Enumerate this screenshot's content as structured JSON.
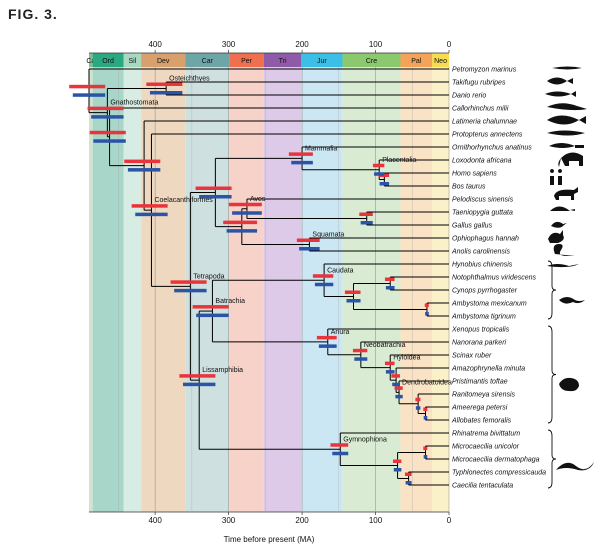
{
  "figure": {
    "label": "FIG. 3.",
    "xlabel": "Time before present (MA)"
  },
  "axis": {
    "ticks": [
      "400",
      "300",
      "200",
      "100",
      "0"
    ],
    "tick_values": [
      400,
      300,
      200,
      100,
      0
    ],
    "xmin": 490,
    "xmax": 0
  },
  "periods": [
    {
      "name": "Ca",
      "start": 490,
      "end": 485,
      "band": "#cfe3cf",
      "header": "#7fbf8f"
    },
    {
      "name": "Ord",
      "start": 485,
      "end": 443,
      "band": "#a8d6c8",
      "header": "#2aa882"
    },
    {
      "name": "Sil",
      "start": 443,
      "end": 419,
      "band": "#d7ece2",
      "header": "#a7d8c0"
    },
    {
      "name": "Dev",
      "start": 419,
      "end": 359,
      "band": "#eed8c0",
      "header": "#d8a06c"
    },
    {
      "name": "Car",
      "start": 359,
      "end": 299,
      "band": "#cfe0e0",
      "header": "#6ea6a8"
    },
    {
      "name": "Per",
      "start": 299,
      "end": 252,
      "band": "#f6d2c8",
      "header": "#ef6f4e"
    },
    {
      "name": "Tri",
      "start": 252,
      "end": 201,
      "band": "#ddc9e8",
      "header": "#8f5aa8"
    },
    {
      "name": "Jur",
      "start": 201,
      "end": 145,
      "band": "#cbe7f3",
      "header": "#3cbfe6"
    },
    {
      "name": "Cre",
      "start": 145,
      "end": 66,
      "band": "#d9ecd3",
      "header": "#8cc86e"
    },
    {
      "name": "Pal",
      "start": 66,
      "end": 23,
      "band": "#fae2c4",
      "header": "#f6a35a"
    },
    {
      "name": "Neo",
      "start": 23,
      "end": 0,
      "band": "#fbf1c8",
      "header": "#f6dc4e"
    }
  ],
  "taxa": [
    "Petromyzon marinus",
    "Takifugu rubripes",
    "Danio rerio",
    "Callorhinchus milii",
    "Latimeria chalumnae",
    "Protopterus annectens",
    "Ornithorhynchus anatinus",
    "Loxodonta africana",
    "Homo sapiens",
    "Bos taurus",
    "Pelodiscus sinensis",
    "Taeniopygia guttata",
    "Gallus gallus",
    "Ophiophagus hannah",
    "Anolis carolinensis",
    "Hynobius chinensis",
    "Notophthalmus viridescens",
    "Cynops pyrrhogaster",
    "Ambystoma mexicanum",
    "Ambystoma tigrinum",
    "Xenopus tropicalis",
    "Nanorana parkeri",
    "Scinax ruber",
    "Amazophrynella minuta",
    "Pristimantis toftae",
    "Ranitomeya sirensis",
    "Ameerega petersi",
    "Allobates femoralis",
    "Rhinatrema bivittatum",
    "Microcaecilia unicolor",
    "Microcaecilia dermatophaga",
    "Typhlonectes compressicauda",
    "Caecilia tentaculata"
  ],
  "clades": [
    {
      "label": "Osteichthyes",
      "age": 385
    },
    {
      "label": "Gnathostomata",
      "age": 465
    },
    {
      "label": "Coelacanthiformes",
      "age": 405
    },
    {
      "label": "Mammalia",
      "age": 200
    },
    {
      "label": "Placentalia",
      "age": 95
    },
    {
      "label": "Aves",
      "age": 282
    },
    {
      "label": "Squamata",
      "age": 190
    },
    {
      "label": "Tetrapoda",
      "age": 352
    },
    {
      "label": "Caudata",
      "age": 170
    },
    {
      "label": "Batrachia",
      "age": 322
    },
    {
      "label": "Anura",
      "age": 165
    },
    {
      "label": "Neobatrachia",
      "age": 120
    },
    {
      "label": "Hyloidea",
      "age": 80
    },
    {
      "label": "Dendrobatoidea",
      "age": 42
    },
    {
      "label": "Lissamphibia",
      "age": 340
    },
    {
      "label": "Gymnophiona",
      "age": 148
    }
  ],
  "colors": {
    "estimate_a": "#e8343a",
    "estimate_b": "#2b54a6",
    "branch": "#000000"
  }
}
